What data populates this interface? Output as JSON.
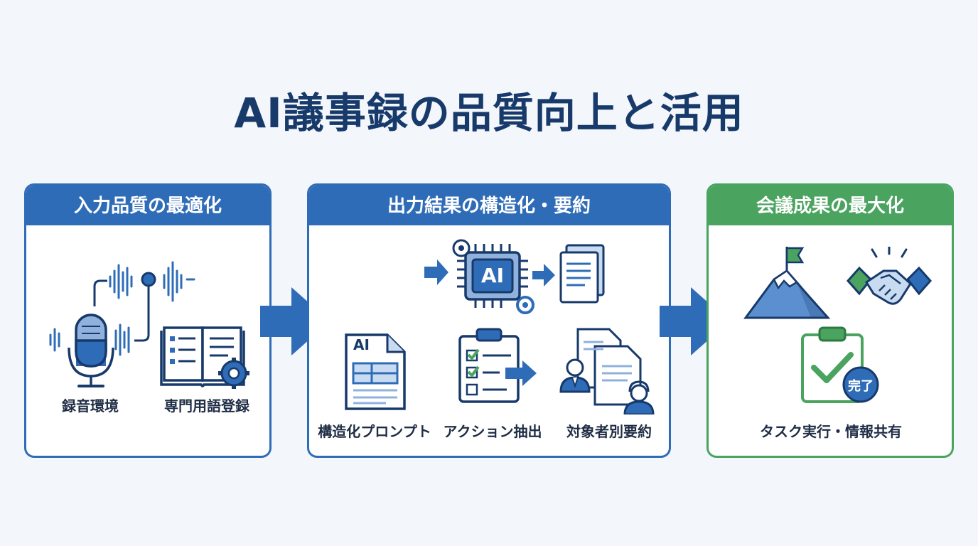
{
  "title": "AI議事録の品質向上と活用",
  "panels": [
    {
      "heading": "入力品質の最適化",
      "items": [
        {
          "label": "録音環境",
          "icon": "microphone-waveform-icon"
        },
        {
          "label": "専門用語登録",
          "icon": "glossary-book-gear-icon"
        }
      ]
    },
    {
      "heading": "出力結果の構造化・要約",
      "ai_chip_text": "AI",
      "items": [
        {
          "label": "構造化プロンプト",
          "icon": "ai-document-template-icon",
          "doc_text": "AI"
        },
        {
          "label": "アクション抽出",
          "icon": "checklist-clipboard-icon"
        },
        {
          "label": "対象者別要約",
          "icon": "audience-documents-icon"
        }
      ]
    },
    {
      "heading": "会議成果の最大化",
      "badge": "完了",
      "items": [
        {
          "label": "タスク実行・情報共有",
          "icon": "task-complete-clipboard-icon"
        }
      ]
    }
  ],
  "colors": {
    "blue": "#2f6cb8",
    "green": "#4aa35f",
    "navy": "#173a6b",
    "light_blue": "#8fb1dc"
  }
}
